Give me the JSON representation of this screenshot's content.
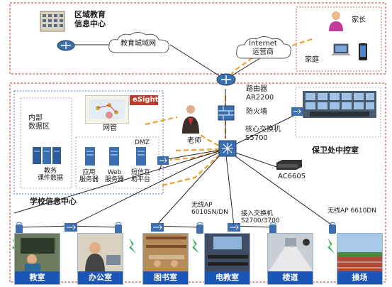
{
  "regional_center": {
    "title_line1": "区域教育",
    "title_line2": "信息中心"
  },
  "clouds": {
    "metro": "教育城域网",
    "internet_line1": "Internet",
    "internet_line2": "运营商"
  },
  "home": {
    "parent": "家长",
    "family": "家庭"
  },
  "router": {
    "name": "路由器",
    "model": "AR2200"
  },
  "firewall": {
    "name": "防火墙"
  },
  "core_switch": {
    "name": "核心交换机",
    "model": "S5700"
  },
  "ac": {
    "name": "AC6605"
  },
  "security_room": {
    "name": "保卫处中控室"
  },
  "internal_data": {
    "title_line1": "内部",
    "title_line2": "数据区",
    "server_line1": "教务",
    "server_line2": "课件数据"
  },
  "netmgmt": {
    "label": "网管",
    "brand": "eSight"
  },
  "teacher": {
    "label": "老师"
  },
  "dmz": {
    "label": "DMZ"
  },
  "servers": {
    "app_line1": "应用",
    "app_line2": "服务器",
    "web_line1": "Web",
    "web_line2": "服务器",
    "sms_line1": "短信互",
    "sms_line2": "助平台"
  },
  "school_center": {
    "title": "学校信息中心"
  },
  "ap_left": {
    "line1": "无线AP",
    "line2": "6010SN/DN"
  },
  "access_switch": {
    "line1": "接入交换机",
    "line2": "S2700/3700"
  },
  "ap_right": {
    "label": "无线AP 6610DN"
  },
  "locations": [
    "教室",
    "办公室",
    "图书室",
    "电教室",
    "楼道",
    "操场"
  ],
  "colors": {
    "border_red": "#c0392b",
    "dashed_blue": "#3b78c4",
    "vpn_orange": "#f0a030",
    "label_bg": "#1a56b8"
  }
}
